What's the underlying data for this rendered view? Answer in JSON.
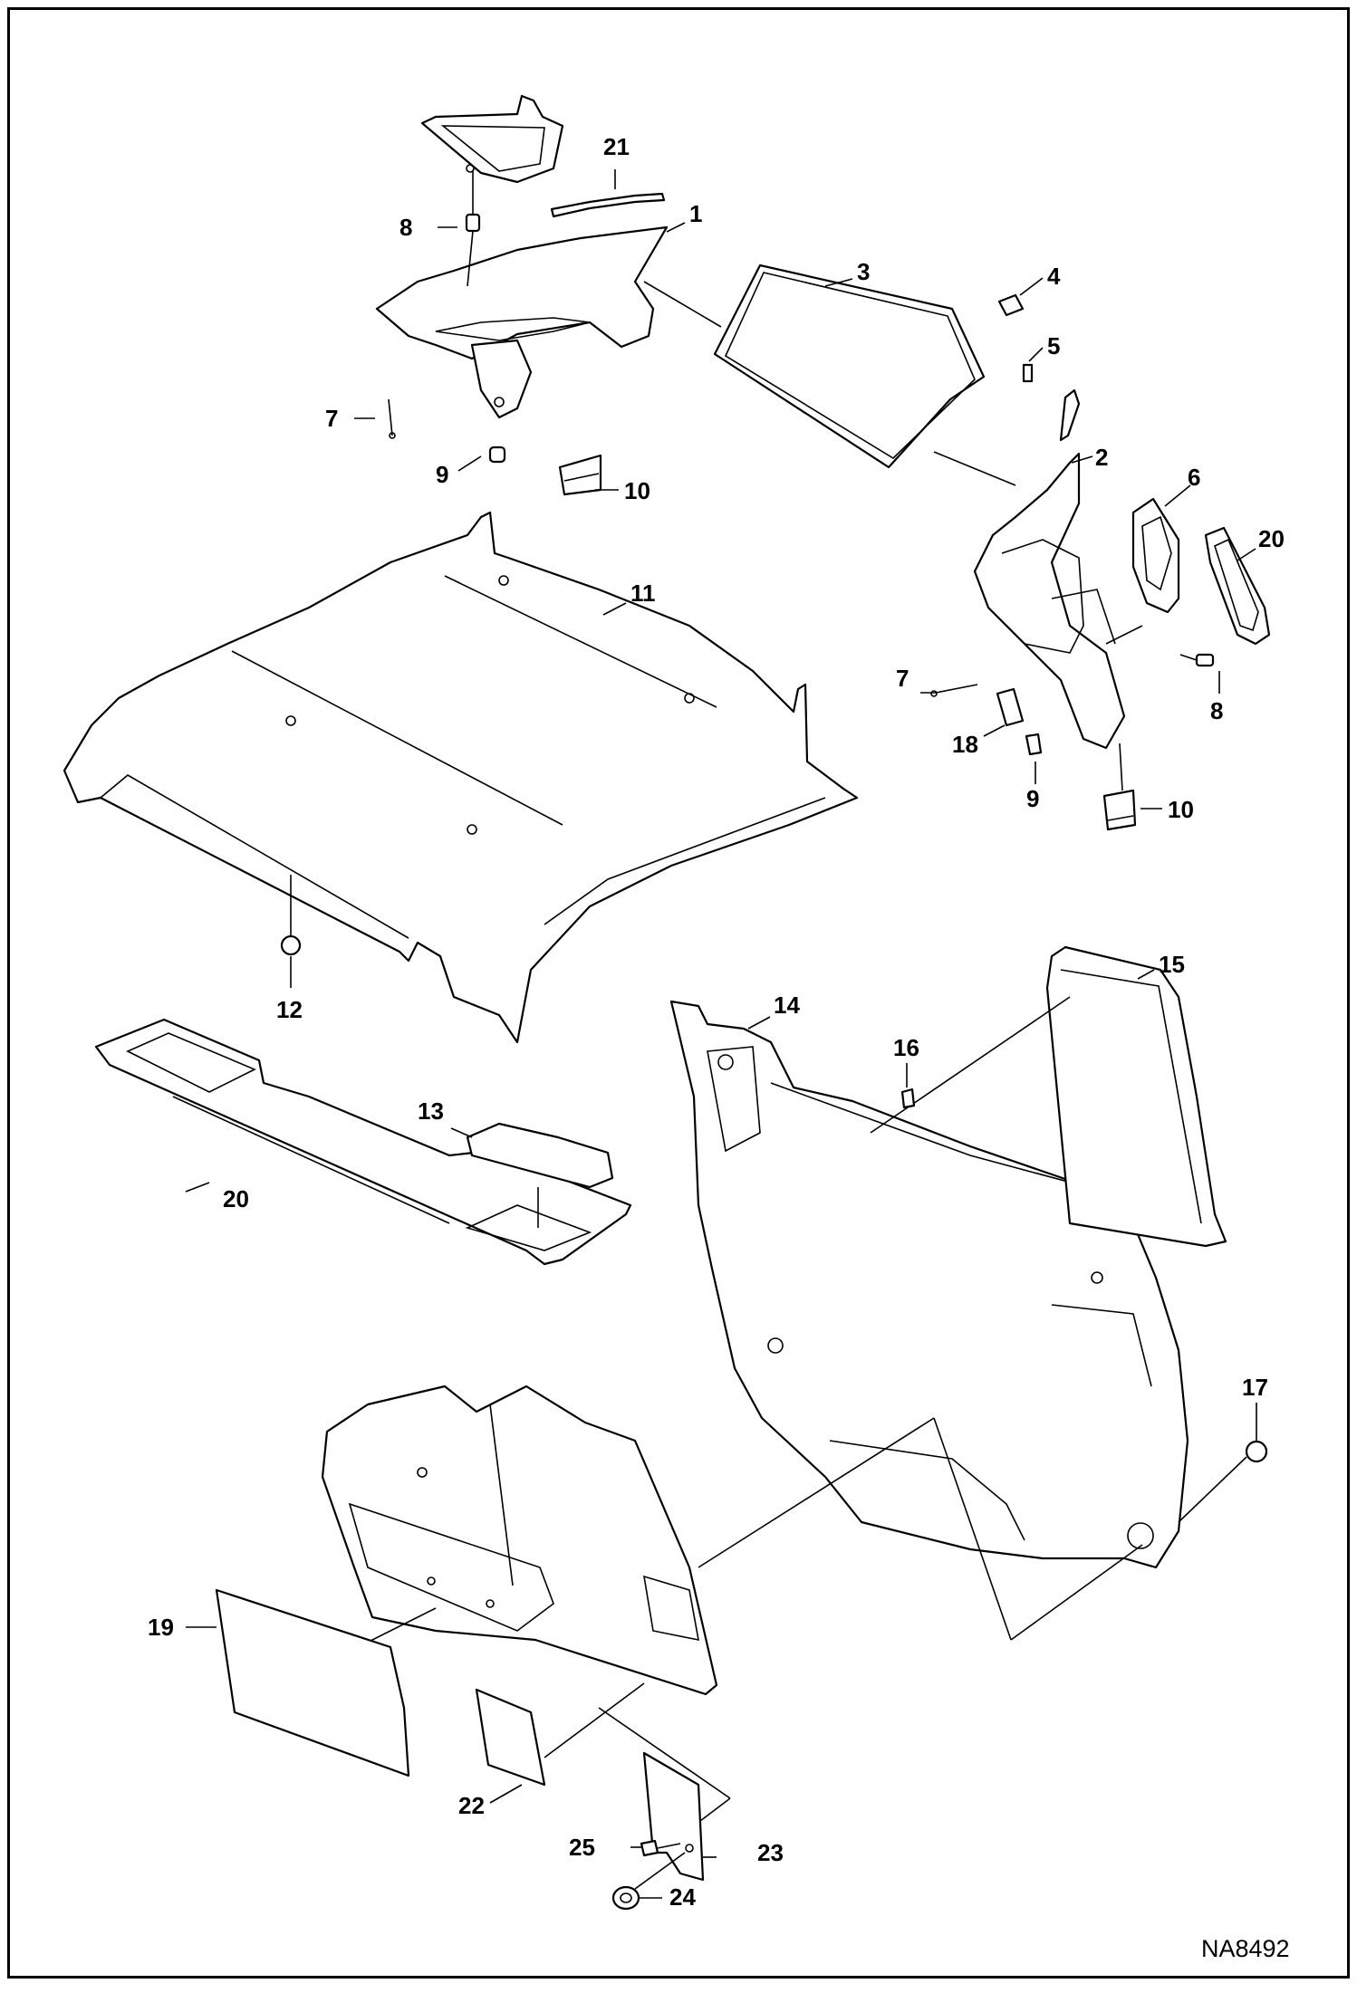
{
  "drawing_id": "NA8492",
  "callouts": {
    "c1": "1",
    "c2": "2",
    "c3": "3",
    "c4": "4",
    "c5": "5",
    "c6": "6",
    "c7a": "7",
    "c7b": "7",
    "c8a": "8",
    "c8b": "8",
    "c9a": "9",
    "c9b": "9",
    "c10a": "10",
    "c10b": "10",
    "c11": "11",
    "c12": "12",
    "c13": "13",
    "c14": "14",
    "c15": "15",
    "c16": "16",
    "c17": "17",
    "c18": "18",
    "c19": "19",
    "c20a": "20",
    "c20b": "20",
    "c21": "21",
    "c22": "22",
    "c23": "23",
    "c24": "24",
    "c25": "25"
  }
}
